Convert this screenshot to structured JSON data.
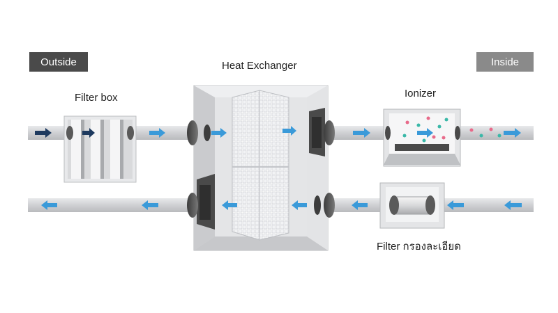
{
  "labels": {
    "outside": "Outside",
    "inside": "Inside",
    "heat_exchanger": "Heat Exchanger",
    "filter_box": "Filter box",
    "ionizer": "Ionizer",
    "fine_filter": "Filter กรองละเอียด"
  },
  "colors": {
    "outside_tag": "#4a4a4a",
    "inside_tag": "#8a8a8a",
    "arrow_fresh": "#1e3a5f",
    "arrow_flow": "#3a9ad9",
    "duct": "#d3d4d6",
    "unit_body": "#e6e7e9",
    "core": "#f4f5f7"
  }
}
